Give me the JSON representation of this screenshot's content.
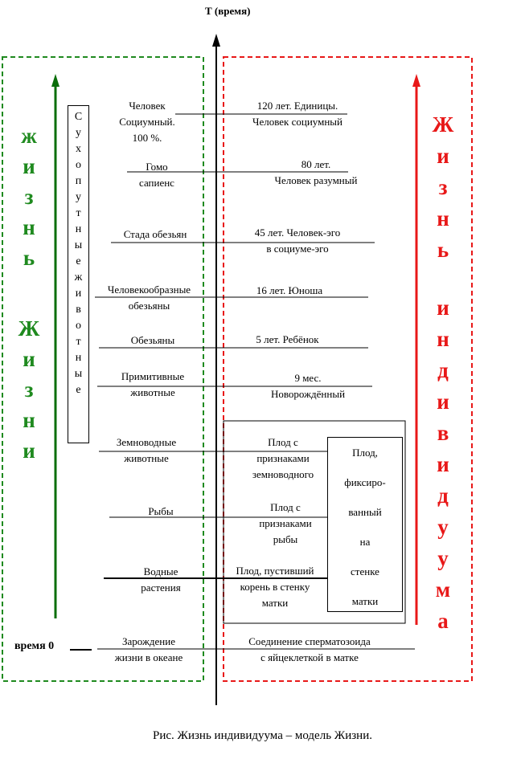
{
  "axis_title": "Т (время)",
  "time_zero_label": "время 0",
  "caption": "Рис. Жизнь индивидуума – модель Жизни.",
  "left_vertical": {
    "word1": [
      "ж",
      "и",
      "з",
      "н",
      "ь"
    ],
    "word2": [
      "Ж",
      "и",
      "з",
      "н",
      "и"
    ],
    "color": "#1f8a1f"
  },
  "right_vertical": {
    "word1": [
      "Ж",
      "и",
      "з",
      "н",
      "ь"
    ],
    "word2": [
      "и",
      "н",
      "д",
      "и",
      "в",
      "и",
      "д",
      "у",
      "у",
      "м",
      "а"
    ],
    "color": "#e81818"
  },
  "land_animals_box": [
    "С",
    "у",
    "х",
    "о",
    "п",
    "у",
    "т",
    "н",
    "ы",
    "е",
    "ж",
    "и",
    "в",
    "о",
    "т",
    "н",
    "ы",
    "е"
  ],
  "fixed_fetus_box": [
    "Плод,",
    "фиксиро-",
    "ванный",
    "на",
    "стенке",
    "матки"
  ],
  "left_labels": [
    [
      "Человек",
      "Социумный.",
      "100 %."
    ],
    [
      "Гомо",
      "сапиенс"
    ],
    [
      "Стада обезьян"
    ],
    [
      "Человекообразные",
      "обезьяны"
    ],
    [
      "Обезьяны"
    ],
    [
      "Примитивные",
      "животные"
    ],
    [
      "Земноводные",
      "животные"
    ],
    [
      "Рыбы"
    ],
    [
      "Водные",
      "растения"
    ],
    [
      "Зарождение",
      "жизни в океане"
    ]
  ],
  "right_labels": [
    [
      "120 лет. Единицы.",
      "Человек социумный"
    ],
    [
      "80 лет.",
      "Человек разумный"
    ],
    [
      "45 лет.  Человек-эго",
      "в социуме-эго"
    ],
    [
      "16 лет. Юноша"
    ],
    [
      "5 лет. Ребёнок"
    ],
    [
      "9 мес.",
      "Новорождённый"
    ],
    [
      "Плод с",
      "признаками",
      "земноводного"
    ],
    [
      "Плод  с",
      "признаками",
      "рыбы"
    ],
    [
      "Плод, пустивший",
      "корень в стенку",
      "матки"
    ],
    [
      "Соединение сперматозоида",
      "с яйцеклеткой в матке"
    ]
  ]
}
